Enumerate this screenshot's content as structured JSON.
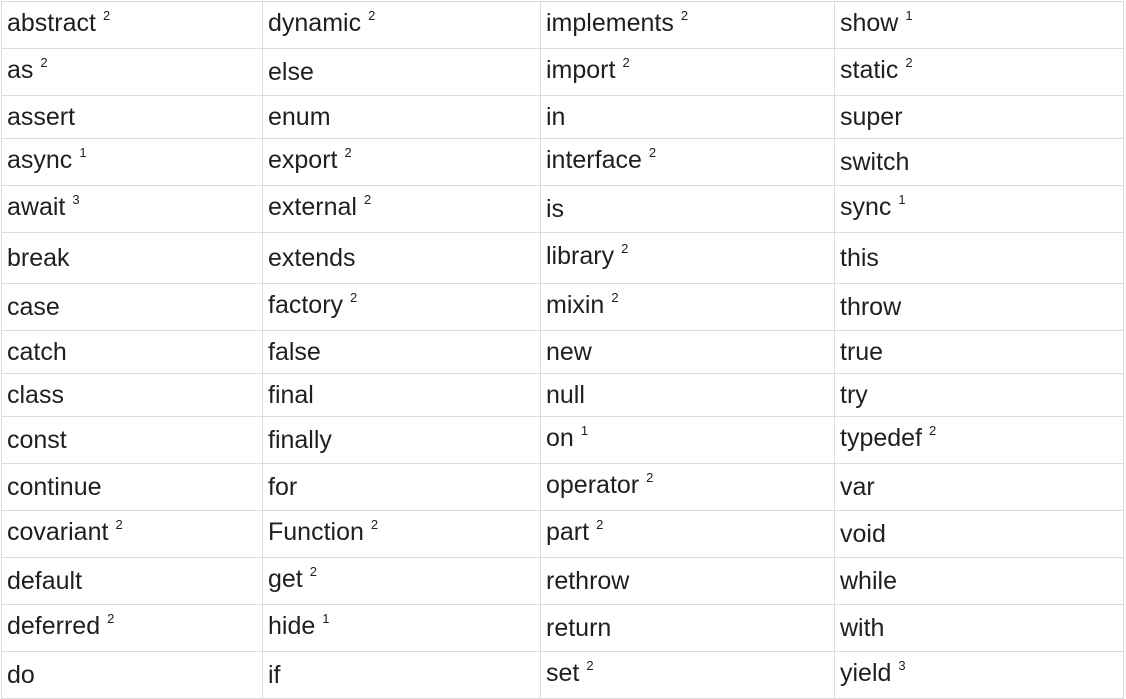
{
  "keyword_table": {
    "rows": [
      [
        {
          "word": "abstract",
          "note": "2"
        },
        {
          "word": "dynamic",
          "note": "2"
        },
        {
          "word": "implements",
          "note": "2"
        },
        {
          "word": "show",
          "note": "1"
        }
      ],
      [
        {
          "word": "as",
          "note": "2"
        },
        {
          "word": "else",
          "note": ""
        },
        {
          "word": "import",
          "note": "2"
        },
        {
          "word": "static",
          "note": "2"
        }
      ],
      [
        {
          "word": "assert",
          "note": ""
        },
        {
          "word": "enum",
          "note": ""
        },
        {
          "word": "in",
          "note": ""
        },
        {
          "word": "super",
          "note": ""
        }
      ],
      [
        {
          "word": "async",
          "note": "1"
        },
        {
          "word": "export",
          "note": "2"
        },
        {
          "word": "interface",
          "note": "2"
        },
        {
          "word": "switch",
          "note": ""
        }
      ],
      [
        {
          "word": "await",
          "note": "3"
        },
        {
          "word": "external",
          "note": "2"
        },
        {
          "word": "is",
          "note": ""
        },
        {
          "word": "sync",
          "note": "1"
        }
      ],
      [
        {
          "word": "break",
          "note": ""
        },
        {
          "word": "extends",
          "note": ""
        },
        {
          "word": "library",
          "note": "2"
        },
        {
          "word": "this",
          "note": ""
        }
      ],
      [
        {
          "word": "case",
          "note": ""
        },
        {
          "word": "factory",
          "note": "2"
        },
        {
          "word": "mixin",
          "note": "2"
        },
        {
          "word": "throw",
          "note": ""
        }
      ],
      [
        {
          "word": "catch",
          "note": ""
        },
        {
          "word": "false",
          "note": ""
        },
        {
          "word": "new",
          "note": ""
        },
        {
          "word": "true",
          "note": ""
        }
      ],
      [
        {
          "word": "class",
          "note": ""
        },
        {
          "word": "final",
          "note": ""
        },
        {
          "word": "null",
          "note": ""
        },
        {
          "word": "try",
          "note": ""
        }
      ],
      [
        {
          "word": "const",
          "note": ""
        },
        {
          "word": "finally",
          "note": ""
        },
        {
          "word": "on",
          "note": "1"
        },
        {
          "word": "typedef",
          "note": "2"
        }
      ],
      [
        {
          "word": "continue",
          "note": ""
        },
        {
          "word": "for",
          "note": ""
        },
        {
          "word": "operator",
          "note": "2"
        },
        {
          "word": "var",
          "note": ""
        }
      ],
      [
        {
          "word": "covariant",
          "note": "2"
        },
        {
          "word": "Function",
          "note": "2"
        },
        {
          "word": "part",
          "note": "2"
        },
        {
          "word": "void",
          "note": ""
        }
      ],
      [
        {
          "word": "default",
          "note": ""
        },
        {
          "word": "get",
          "note": "2"
        },
        {
          "word": "rethrow",
          "note": ""
        },
        {
          "word": "while",
          "note": ""
        }
      ],
      [
        {
          "word": "deferred",
          "note": "2"
        },
        {
          "word": "hide",
          "note": "1"
        },
        {
          "word": "return",
          "note": ""
        },
        {
          "word": "with",
          "note": ""
        }
      ],
      [
        {
          "word": "do",
          "note": ""
        },
        {
          "word": "if",
          "note": ""
        },
        {
          "word": "set",
          "note": "2"
        },
        {
          "word": "yield",
          "note": "3"
        }
      ]
    ]
  }
}
